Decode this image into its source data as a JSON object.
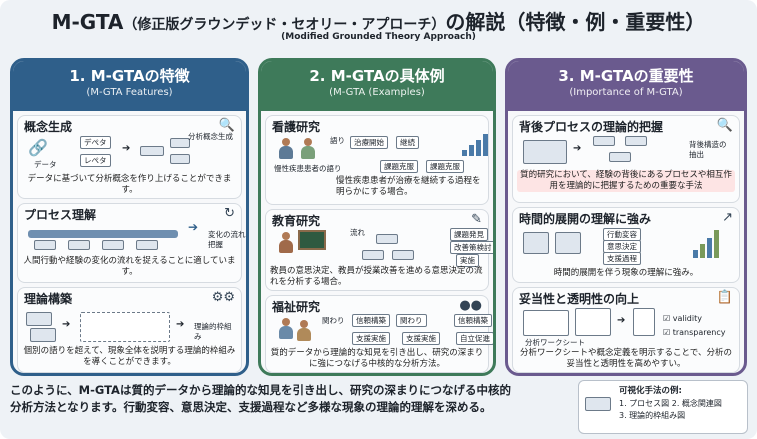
{
  "title": {
    "main": "M-GTA",
    "paren": "（修正版グラウンデッド・セオリー・アプローチ）",
    "suffix": "の解説（特徴・例・重要性）",
    "subtitle": "(Modified Grounded Theory Approach)"
  },
  "colors": {
    "panel1": "#2f5f8a",
    "panel2": "#3e7a5a",
    "panel3": "#6a5a8e",
    "highlight": "#fde4e4"
  },
  "panel1": {
    "title": "1. M-GTAの特徴",
    "subtitle": "(M-GTA Features)",
    "sections": [
      {
        "heading": "概念生成",
        "icon": "magnifier-icon",
        "labels": [
          "データ",
          "デぺタ",
          "レぺタ",
          "分析概念生成"
        ],
        "desc": "データに基づいて分析概念を作り上げることができます。"
      },
      {
        "heading": "プロセス理解",
        "icon": "refresh-icon",
        "labels": [
          "変化の流れ把握"
        ],
        "desc": "人間行動や経験の変化の流れを捉えることに適しています。"
      },
      {
        "heading": "理論構築",
        "icon": "gears-icon",
        "labels": [
          "理論的枠組み"
        ],
        "desc": "個別の語りを超えて、現象全体を説明する理論的枠組みを導くことができます。"
      }
    ]
  },
  "panel2": {
    "title": "2. M-GTAの具体例",
    "subtitle": "(M-GTA (Examples)",
    "sections": [
      {
        "heading": "看護研究",
        "labels": [
          "語り",
          "治療開始",
          "継続",
          "課題克服",
          "課題克服"
        ],
        "caption": "慢性疾患患者の語り",
        "desc": "慢性疾患患者が治療を継続する過程を明らかにする場合。"
      },
      {
        "heading": "教育研究",
        "labels": [
          "流れ",
          "課題発見",
          "改善策検討",
          "実施"
        ],
        "caption": "教員の意思決定",
        "desc": "教員が授業改善を進める意思決定の流れを分析する場合。"
      },
      {
        "heading": "福祉研究",
        "labels": [
          "関わり",
          "信頼構築",
          "関わり",
          "信頼構築",
          "支援実施",
          "支援実施",
          "自立促進"
        ],
        "desc": "質的データから理論的な知見を引き出し、研究の深まりに強につなげる中核的な分析方法。"
      }
    ]
  },
  "panel3": {
    "title": "3. M-GTAの重要性",
    "subtitle": "(Importance of M-GTA)",
    "sections": [
      {
        "heading": "背後プロセスの理論的把握",
        "icon": "magnifier-icon",
        "labels": [
          "背後構造の抽出"
        ],
        "desc": "質的研究において、経験の背後にあるプロセスや相互作用を理論的に把握するための重要な手法"
      },
      {
        "heading": "時間的展開の理解に強み",
        "icon": "chart-up-icon",
        "labels": [
          "行動変容",
          "意思決定",
          "支援過程"
        ],
        "desc": "時間的展開を伴う現象の理解に強み。"
      },
      {
        "heading": "妥当性と透明性の向上",
        "icon": "clipboard-icon",
        "labels": [
          "分析ワークシート",
          "validity",
          "transparency"
        ],
        "desc": "分析ワークシートや概念定義を明示することで、分析の妥当性と透明性を高めやすい。"
      }
    ]
  },
  "footer": {
    "line1": "このように、M-GTAは質的データから理論的な知見を引き出し、研究の深まりにつなげる中核的",
    "line2": "分析方法となります。行動変容、意思決定、支援過程など多様な現象の理論的理解を深める。"
  },
  "legend": {
    "title": "可視化手法の例:",
    "items": [
      "1. プロセス図",
      "2. 概念関連図",
      "3. 理論的枠組み図"
    ]
  }
}
